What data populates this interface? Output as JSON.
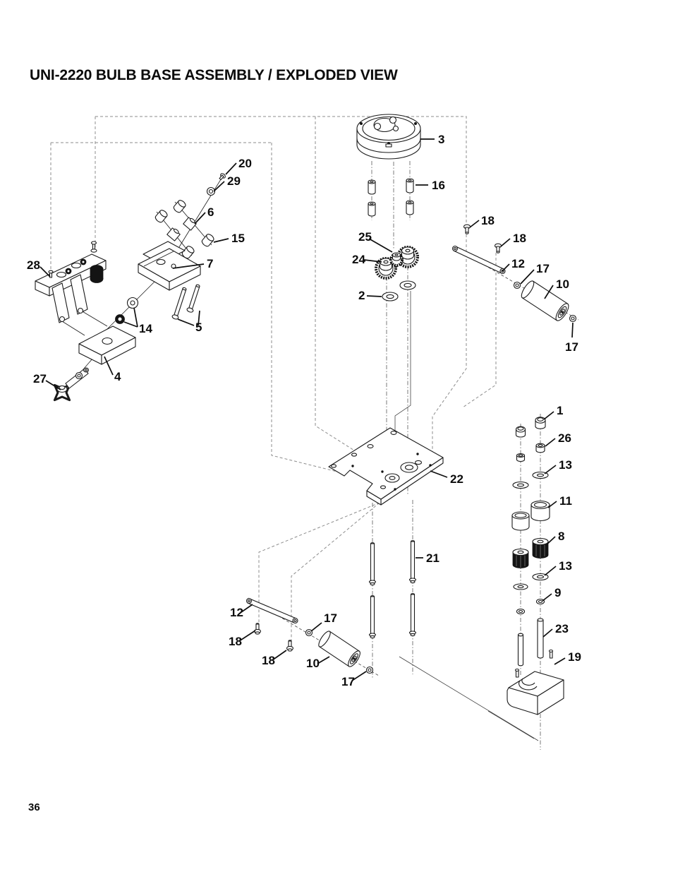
{
  "page": {
    "title": "UNI-2220 BULB BASE ASSEMBLY / EXPLODED VIEW",
    "page_number": "36"
  },
  "diagram": {
    "type": "exploded-parts-diagram",
    "ink_color": "#1a1a1a",
    "paper_color": "#ffffff",
    "construction_line_color": "#8c8c8c",
    "part_numbers_shown": [
      "1",
      "2",
      "3",
      "4",
      "5",
      "6",
      "7",
      "8",
      "9",
      "10",
      "11",
      "12",
      "13",
      "14",
      "15",
      "16",
      "17",
      "18",
      "19",
      "20",
      "21",
      "22",
      "23",
      "24",
      "25",
      "26",
      "27",
      "28",
      "29"
    ],
    "callouts": [
      {
        "label": "3"
      },
      {
        "label": "16"
      },
      {
        "label": "20"
      },
      {
        "label": "29"
      },
      {
        "label": "6"
      },
      {
        "label": "15"
      },
      {
        "label": "7"
      },
      {
        "label": "28"
      },
      {
        "label": "14"
      },
      {
        "label": "5"
      },
      {
        "label": "4"
      },
      {
        "label": "27"
      },
      {
        "label": "25"
      },
      {
        "label": "24"
      },
      {
        "label": "2"
      },
      {
        "label": "18"
      },
      {
        "label": "18"
      },
      {
        "label": "12"
      },
      {
        "label": "17"
      },
      {
        "label": "10"
      },
      {
        "label": "17"
      },
      {
        "label": "1"
      },
      {
        "label": "26"
      },
      {
        "label": "13"
      },
      {
        "label": "11"
      },
      {
        "label": "8"
      },
      {
        "label": "13"
      },
      {
        "label": "9"
      },
      {
        "label": "23"
      },
      {
        "label": "19"
      },
      {
        "label": "22"
      },
      {
        "label": "21"
      },
      {
        "label": "12"
      },
      {
        "label": "18"
      },
      {
        "label": "17"
      },
      {
        "label": "18"
      },
      {
        "label": "10"
      },
      {
        "label": "17"
      }
    ]
  }
}
